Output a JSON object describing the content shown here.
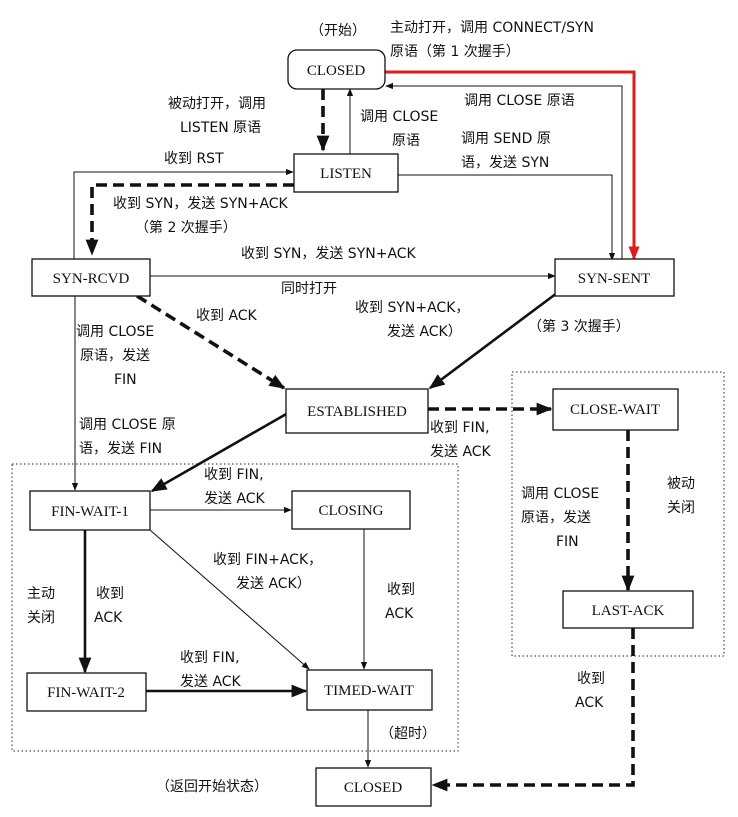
{
  "states": {
    "closed_top": "CLOSED",
    "listen": "LISTEN",
    "syn_rcvd": "SYN-RCVD",
    "syn_sent": "SYN-SENT",
    "established": "ESTABLISHED",
    "close_wait": "CLOSE-WAIT",
    "last_ack": "LAST-ACK",
    "fin_wait_1": "FIN-WAIT-1",
    "closing": "CLOSING",
    "fin_wait_2": "FIN-WAIT-2",
    "timed_wait": "TIMED-WAIT",
    "closed_bottom": "CLOSED"
  },
  "labels": {
    "start": "（开始）",
    "active_open_l1": "主动打开，调用 CONNECT/SYN",
    "active_open_l2": "原语（第 1 次握手）",
    "passive_open_l1": "被动打开，调用",
    "passive_open_l2": "LISTEN 原语",
    "listen_close_l1": "调用 CLOSE",
    "listen_close_l2": "原语",
    "synsent_close": "调用 CLOSE 原语",
    "send_syn_l1": "调用 SEND 原",
    "send_syn_l2": "语，发送 SYN",
    "recv_rst": "收到 RST",
    "recv_syn_l1": "收到 SYN，发送 SYN+ACK",
    "recv_syn_l2": "（第 2 次握手）",
    "simul_l1": "收到 SYN，发送 SYN+ACK",
    "simul_l2": "同时打开",
    "rcvd_ack": "收到 ACK",
    "synack_l1": "收到 SYN+ACK，",
    "synack_l2": "发送 ACK）",
    "third": "（第 3 次握手）",
    "rcvd_close_l1": "调用 CLOSE",
    "rcvd_close_l2": "原语，发送",
    "rcvd_close_l3": "FIN",
    "est_close_l1": "调用 CLOSE 原",
    "est_close_l2": "语，发送 FIN",
    "est_fin_l1": "收到 FIN,",
    "est_fin_l2": "发送 ACK",
    "cw_close_l1": "调用 CLOSE",
    "cw_close_l2": "原语，发送",
    "cw_close_l3": "FIN",
    "passive_close_l1": "被动",
    "passive_close_l2": "关闭",
    "la_ack_l1": "收到",
    "la_ack_l2": "ACK",
    "fw1_fin_l1": "收到 FIN,",
    "fw1_fin_l2": "发送 ACK",
    "finack_l1": "收到 FIN+ACK，",
    "finack_l2": "发送 ACK）",
    "active_close_l1": "主动",
    "active_close_l2": "关闭",
    "fw1_ack_l1": "收到",
    "fw1_ack_l2": "ACK",
    "closing_ack_l1": "收到",
    "closing_ack_l2": "ACK",
    "fw2_fin_l1": "收到 FIN,",
    "fw2_fin_l2": "发送 ACK",
    "timeout": "（超时）",
    "back_to_start": "（返回开始状态）"
  },
  "colors": {
    "accent_red": "#e01b1b",
    "line": "#111111"
  }
}
